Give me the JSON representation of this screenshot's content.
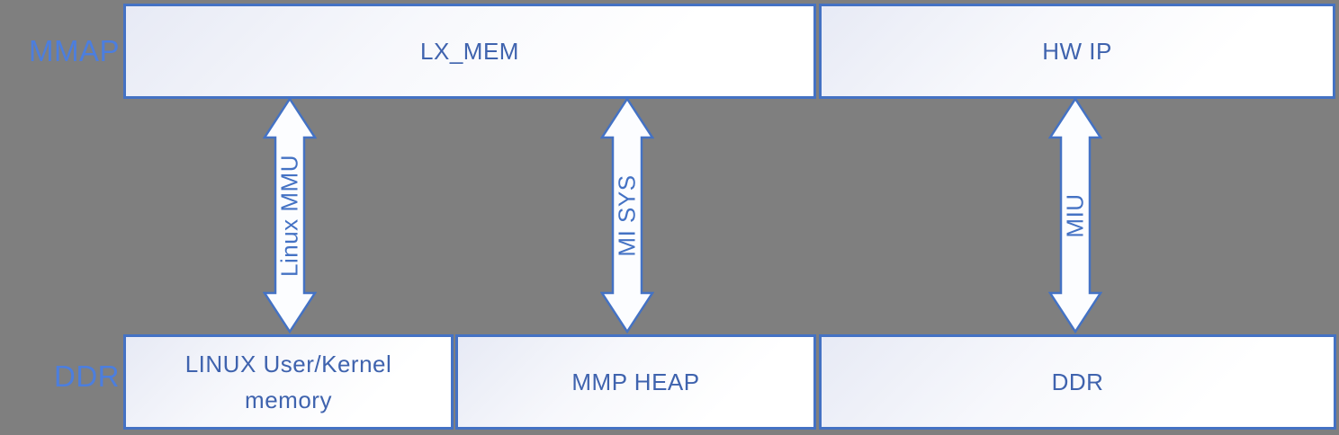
{
  "diagram": {
    "colors": {
      "background": "#7f7f7f",
      "box_border": "#4472c4",
      "box_fill_light": "#e7eaf5",
      "box_fill_white": "#ffffff",
      "box_text": "#3f63ae",
      "row_label_text": "#4c7ede",
      "arrow_outline": "#4472c4",
      "arrow_fill": "#fcfdff"
    },
    "rows": {
      "mmap": {
        "label": "MMAP",
        "boxes": {
          "lx_mem": {
            "label": "LX_MEM"
          },
          "hw_ip": {
            "label": "HW IP"
          }
        }
      },
      "ddr": {
        "label": "DDR",
        "boxes": {
          "linux_memory": {
            "line1": "LINUX User/Kernel",
            "line2": "memory"
          },
          "mmp_heap": {
            "label": "MMP HEAP"
          },
          "ddr": {
            "label": "DDR"
          }
        }
      }
    },
    "connectors": {
      "linux_mmu": {
        "label": "Linux MMU"
      },
      "mi_sys": {
        "label": "MI SYS"
      },
      "miu": {
        "label": "MIU"
      }
    }
  }
}
